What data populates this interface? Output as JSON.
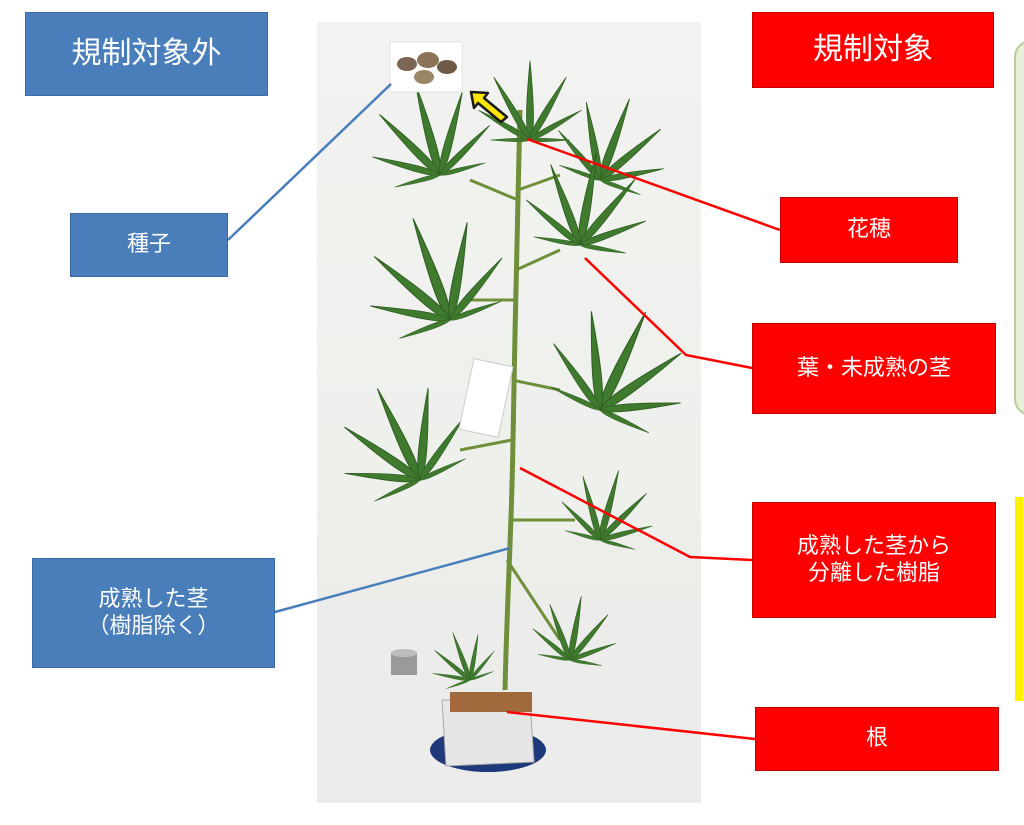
{
  "header_excluded": "規制対象外",
  "header_regulated": "規制対象",
  "labels": {
    "seed": "種子",
    "flower": "花穂",
    "leaf": "葉・未成熟の茎",
    "resin_line1": "成熟した茎から",
    "resin_line2": "分離した樹脂",
    "stem_line1": "成熟した茎",
    "stem_line2": "（樹脂除く）",
    "root": "根"
  },
  "colors": {
    "excluded": "#4a7ebb",
    "regulated": "#ff0000",
    "arrow": "#ffe600"
  },
  "icons": [
    "seed-image",
    "cannabis-plant-photo",
    "pot",
    "arrow-icon"
  ]
}
